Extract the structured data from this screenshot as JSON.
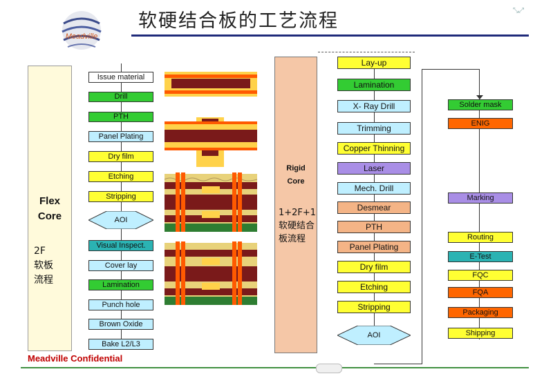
{
  "title": "软硬结合板的工艺流程",
  "logo_text": "Meadville",
  "footer": "Meadville Confidential",
  "flex_panel": {
    "line1": "Flex",
    "line2": "Core",
    "zh1": "2F",
    "zh2": "软板",
    "zh3": "流程"
  },
  "rigid_panel": {
    "line1": "Rigid",
    "line2": "Core",
    "zh1": "1+2F+1",
    "zh2": "软硬结合",
    "zh3": "板流程"
  },
  "flex_steps": [
    "Issue material",
    "Drill",
    "PTH",
    "Panel Plating",
    "Dry film",
    "Etching",
    "Stripping",
    "AOI",
    "Visual Inspect.",
    "Cover lay",
    "Lamination",
    "Punch hole",
    "Brown Oxide",
    "Bake  L2/L3"
  ],
  "rigid_steps": [
    "Lay-up",
    "Lamination",
    "X- Ray  Drill",
    "Trimming",
    "Copper  Thinning",
    "Laser",
    "Mech. Drill",
    "Desmear",
    "PTH",
    "Panel Plating",
    "Dry film",
    "Etching",
    "Stripping",
    "AOI"
  ],
  "final_steps": [
    "Solder mask",
    "ENIG",
    "Marking",
    "Routing",
    "E-Test",
    "FQC",
    "FQA",
    "Packaging",
    "Shipping"
  ],
  "colors": {
    "white": "#ffffff",
    "green": "#33cc33",
    "teal": "#2bb3b3",
    "lightblue": "#bfefff",
    "yellow": "#ffff33",
    "purple": "#a98ee6",
    "salmon": "#f4b486",
    "orange": "#ff6600"
  }
}
